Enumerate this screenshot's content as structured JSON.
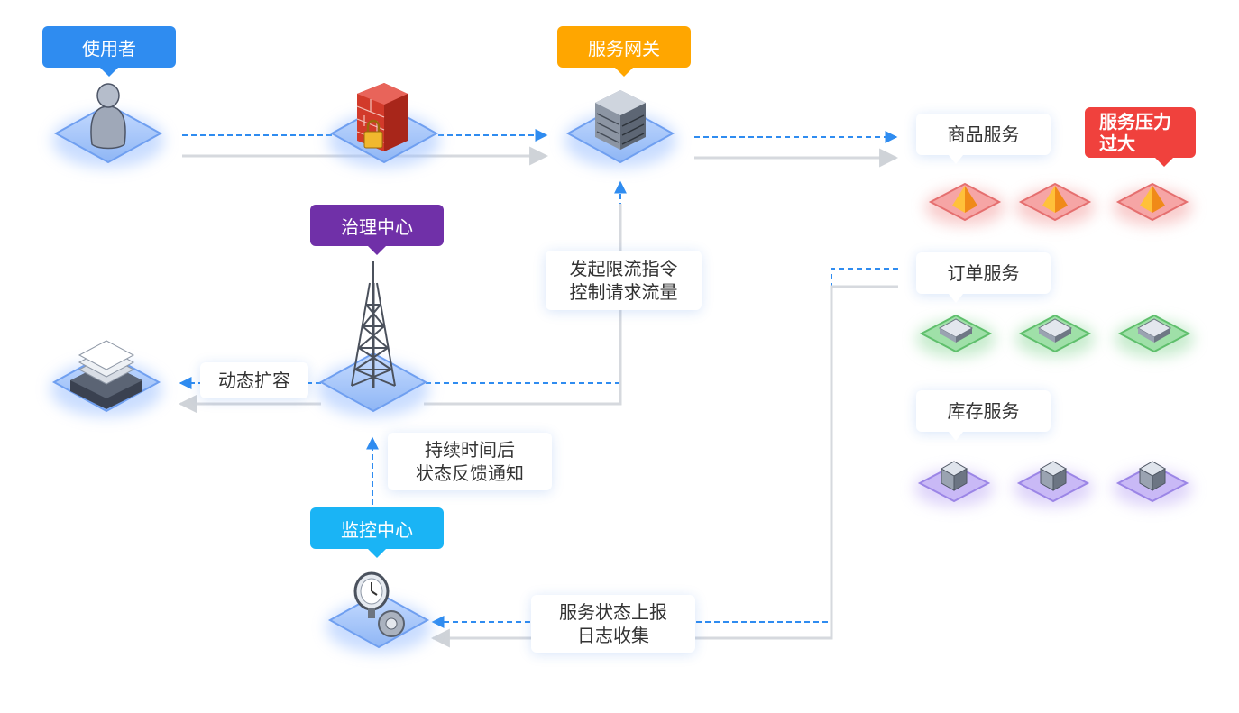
{
  "labels": {
    "user": "使用者",
    "gateway": "服务网关",
    "governance": "治理中心",
    "monitor": "监控中心",
    "product_service": "商品服务",
    "order_service": "订单服务",
    "inventory_service": "库存服务",
    "alert": "服务压力过大",
    "alert_line1": "服务压力",
    "alert_line2": "过大",
    "rate_limit_line1": "发起限流指令",
    "rate_limit_line2": "控制请求流量",
    "scale": "动态扩容",
    "feedback_line1": "持续时间后",
    "feedback_line2": "状态反馈通知",
    "report_line1": "服务状态上报",
    "report_line2": "日志收集"
  },
  "colors": {
    "flow": "#2f8cf0",
    "user": "#2f8cf0",
    "gateway": "#ffa600",
    "governance": "#7030a8",
    "monitor": "#1ab4f5",
    "alert": "#f0413d",
    "product": "#f08a8a",
    "order": "#7ed08a",
    "inventory": "#b9a4f0"
  },
  "icons": {
    "user": "user-icon",
    "firewall": "firewall-icon",
    "gateway": "server-icon",
    "tower": "tower-icon",
    "storage": "storage-stack-icon",
    "monitor": "clock-gear-icon",
    "product": "pyramid-node-icon",
    "order": "box-node-icon",
    "inventory": "cube-node-icon"
  }
}
